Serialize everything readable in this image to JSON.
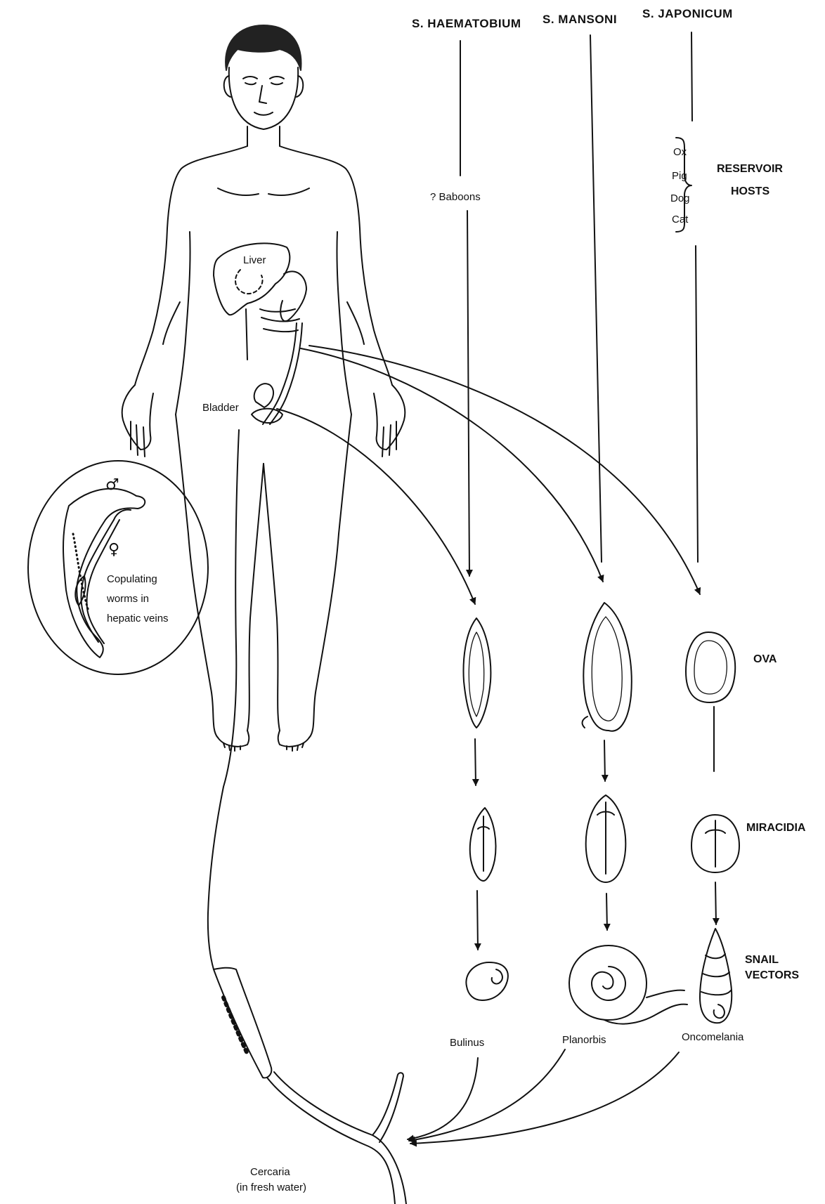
{
  "species": {
    "haematobium": "S. HAEMATOBIUM",
    "mansoni": "S. MANSONI",
    "japonicum": "S. JAPONICUM"
  },
  "baboons": "? Baboons",
  "reservoir": {
    "hosts": [
      "Ox",
      "Pig",
      "Dog",
      "Cat"
    ],
    "label_line1": "RESERVOIR",
    "label_line2": "HOSTS"
  },
  "body": {
    "liver": "Liver",
    "bladder": "Bladder"
  },
  "inset": {
    "male_symbol": "♂",
    "female_symbol": "♀",
    "caption_lines": [
      "Copulating",
      "worms in",
      "hepatic veins"
    ]
  },
  "stages": {
    "ova": "OVA",
    "miracidia": "MIRACIDIA",
    "snail_line1": "SNAIL",
    "snail_line2": "VECTORS"
  },
  "snails": {
    "bulinus": "Bulinus",
    "planorbis": "Planorbis",
    "oncomelania": "Oncomelania"
  },
  "cercaria": {
    "line1": "Cercaria",
    "line2": "(in fresh water)"
  }
}
